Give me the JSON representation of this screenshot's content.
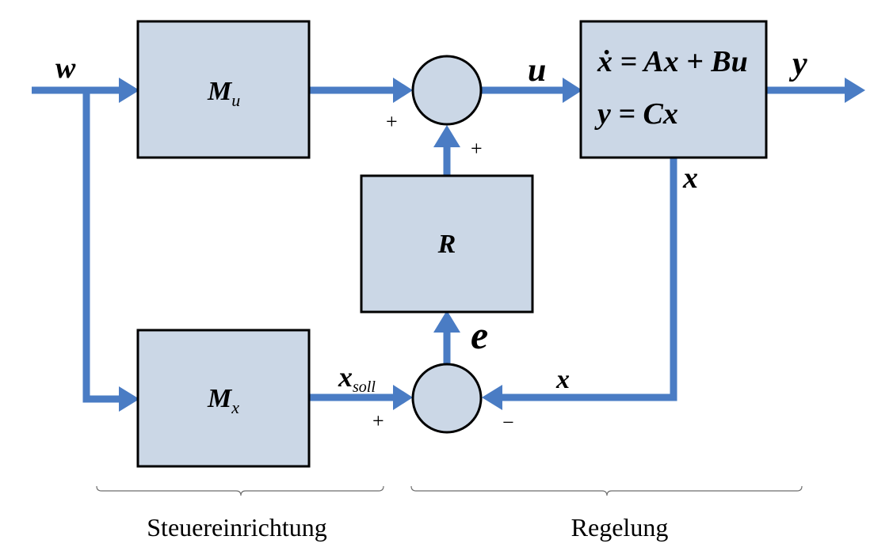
{
  "signals": {
    "w": "w",
    "u": "u",
    "y": "y",
    "x_out": "x",
    "x_feedback": "x",
    "x_soll_main": "x",
    "x_soll_sub": "soll",
    "e": "e"
  },
  "blocks": {
    "mu_main": "M",
    "mu_sub": "u",
    "mx_main": "M",
    "mx_sub": "x",
    "r": "R",
    "plant_eq1": "ẋ = Ax + Bu",
    "plant_eq2": "y = Cx"
  },
  "signs": {
    "top_left": "+",
    "top_bottom": "+",
    "bottom_left": "+",
    "bottom_right": "−"
  },
  "captions": {
    "left": "Steuereinrichtung",
    "right": "Regelung"
  },
  "colors": {
    "signal_line": "#4a7cc4",
    "block_fill": "#cbd7e6"
  }
}
